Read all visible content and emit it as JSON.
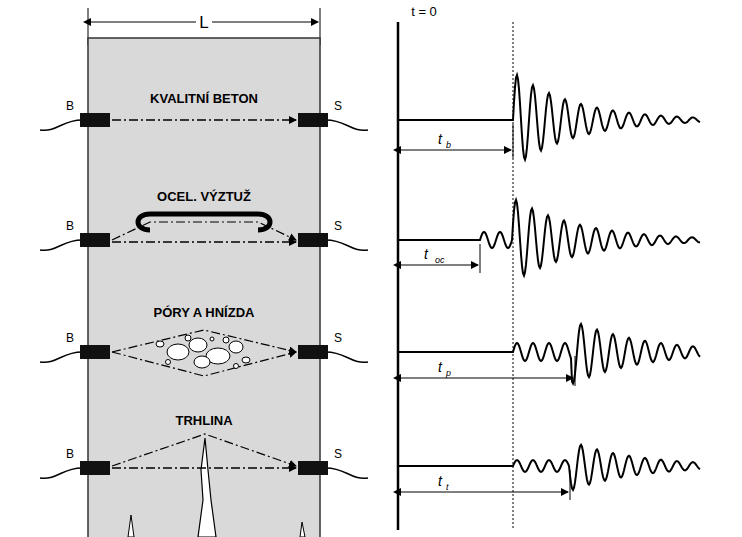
{
  "diagram": {
    "labels": [
      "L",
      "B",
      "KVALITNÍ BETON",
      "S",
      "B",
      "OCEL. VÝZTUŽ",
      "S",
      "B",
      "PÓRY A HNÍZDA",
      "S",
      "B",
      "TRHLINA",
      "S",
      "t = 0",
      "t",
      "b",
      "t",
      "oc",
      "t",
      "p",
      "t",
      "t"
    ]
  }
}
